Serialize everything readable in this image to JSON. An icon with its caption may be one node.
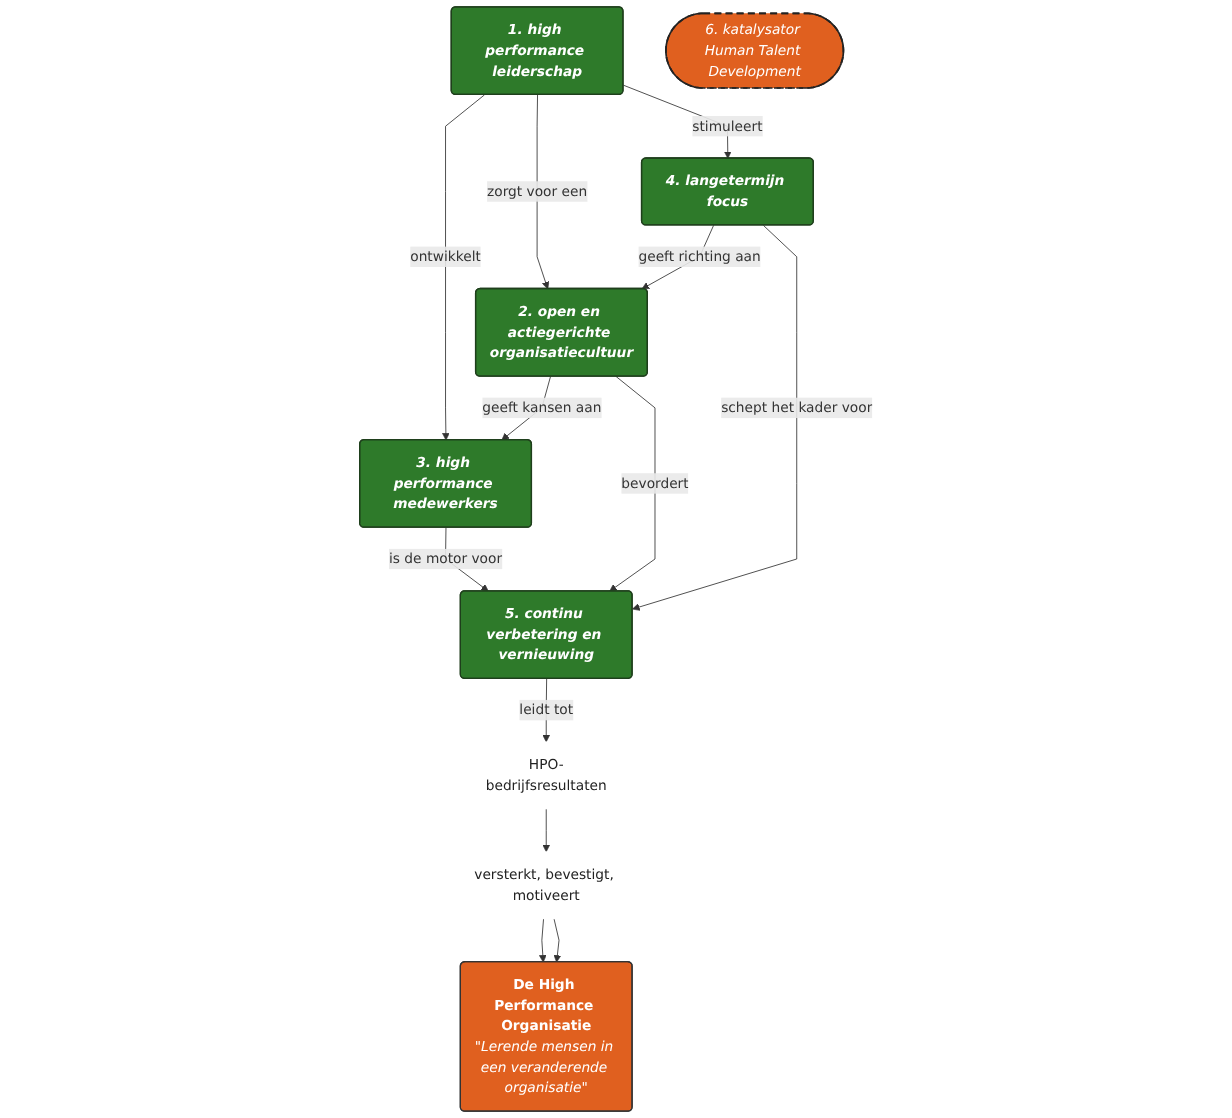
{
  "diagram": {
    "nodes": [
      {
        "text": [
          "De High Performance Organisatie",
          "\"Lerende mensen in een veranderende organisatie\""
        ]
      },
      {
        "text": [
          "1. high performance leiderschap"
        ]
      },
      {
        "text": [
          "3. high performance medewerkers"
        ]
      },
      {
        "text": [
          "2. open en actiegerichte organisatiecultuur"
        ]
      },
      {
        "text": [
          "4. langetermijn focus"
        ]
      },
      {
        "text": [
          "5. continu verbetering en vernieuwing"
        ]
      },
      {
        "text": [
          "HPO-bedrijfsresultaten"
        ]
      },
      {
        "text": [
          "versterkt, bevestigt, motiveert"
        ]
      },
      {
        "text": [
          "6. katalysator Human Talent Development"
        ]
      }
    ],
    "edges": [
      {
        "from": 1,
        "to": 2,
        "label": "ontwikkelt",
        "arrow": "to"
      },
      {
        "from": 1,
        "to": 3,
        "label": "zorgt voor een",
        "arrow": "to"
      },
      {
        "from": 1,
        "to": 4,
        "label": "stimuleert",
        "arrow": "to"
      },
      {
        "from": 3,
        "to": 2,
        "label": "geeft kansen aan",
        "arrow": "to"
      },
      {
        "from": 4,
        "to": 3,
        "label": "geeft richting aan",
        "arrow": "to"
      },
      {
        "from": 2,
        "to": 5,
        "label": "is de motor voor",
        "arrow": "to"
      },
      {
        "from": 3,
        "to": 5,
        "label": "bevordert",
        "arrow": "to"
      },
      {
        "from": 4,
        "to": 5,
        "label": "schept het kader voor",
        "arrow": "to"
      },
      {
        "from": 5,
        "to": 6,
        "label": "leidt tot",
        "arrow": "to"
      },
      {
        "from": 6,
        "to": 7,
        "arrow": "to"
      },
      {
        "from": 7,
        "to": 0,
        "arrow": "to"
      },
      {
        "from": 7,
        "to": 0,
        "arrow": "to"
      }
    ]
  }
}
